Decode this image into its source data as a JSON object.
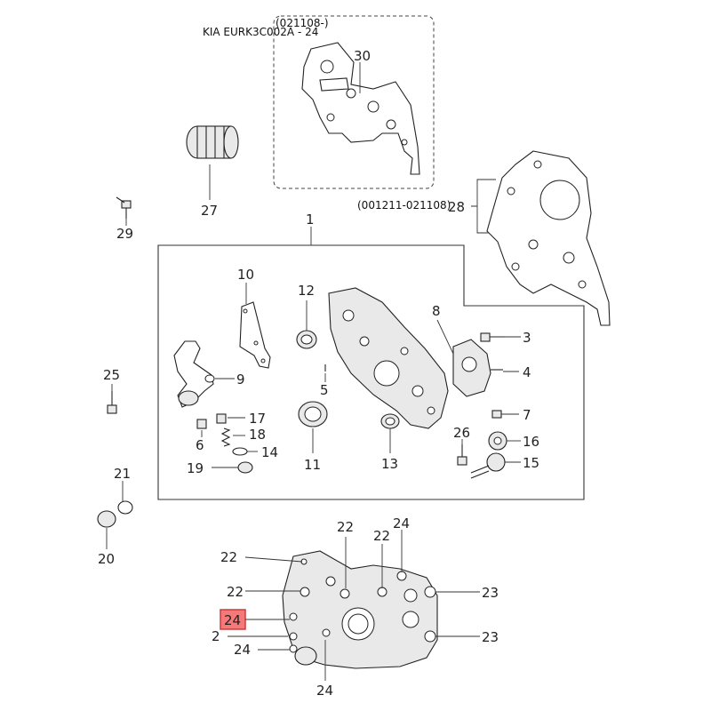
{
  "header": {
    "code": "KIA EURK3C002A - 24"
  },
  "notes": {
    "range_top": "(021108-)",
    "range_mid": "(001211-021108)"
  },
  "callouts": {
    "c1": "1",
    "c2": "2",
    "c3": "3",
    "c4": "4",
    "c5": "5",
    "c6": "6",
    "c7": "7",
    "c8": "8",
    "c9": "9",
    "c10": "10",
    "c11": "11",
    "c12": "12",
    "c13": "13",
    "c14": "14",
    "c15": "15",
    "c16": "16",
    "c17": "17",
    "c18": "18",
    "c19": "19",
    "c20": "20",
    "c21": "21",
    "c22a": "22",
    "c22b": "22",
    "c22c": "22",
    "c22d": "22",
    "c23a": "23",
    "c23b": "23",
    "c24a": "24",
    "c24b": "24",
    "c24c": "24",
    "c24d": "24",
    "c25": "25",
    "c26": "26",
    "c27": "27",
    "c28": "28",
    "c29": "29",
    "c30": "30"
  },
  "highlight": {
    "label": "24",
    "color": "#f46b6b"
  }
}
